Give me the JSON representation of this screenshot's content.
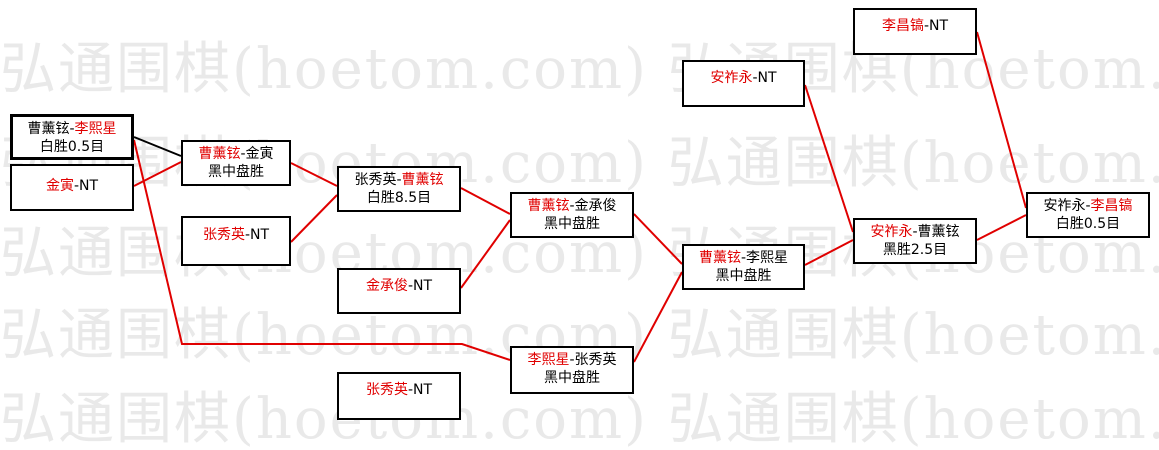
{
  "watermark": "弘通围棋(hoetom.com) 弘通围棋(hoetom.com) 弘通围棋(hoetom.com)",
  "colors": {
    "winner": "#e00000",
    "connector": "#e00000",
    "box_border": "#000000"
  },
  "matches": [
    {
      "id": "m1",
      "p1": "曹薰铉",
      "sep": "-",
      "p2": "李熙星",
      "winner": 2,
      "result": "白胜0.5目"
    },
    {
      "id": "m2",
      "p1": "金寅",
      "sep": "-",
      "p2": "NT",
      "winner": 1,
      "result": ""
    },
    {
      "id": "m3",
      "p1": "曹薰铉",
      "sep": "-",
      "p2": "金寅",
      "winner": 1,
      "result": "黑中盘胜"
    },
    {
      "id": "m4",
      "p1": "张秀英",
      "sep": "-",
      "p2": "NT",
      "winner": 1,
      "result": ""
    },
    {
      "id": "m5",
      "p1": "张秀英",
      "sep": "-",
      "p2": "曹薰铉",
      "winner": 2,
      "result": "白胜8.5目"
    },
    {
      "id": "m6",
      "p1": "金承俊",
      "sep": "-",
      "p2": "NT",
      "winner": 1,
      "result": ""
    },
    {
      "id": "m7",
      "p1": "曹薰铉",
      "sep": "-",
      "p2": "金承俊",
      "winner": 1,
      "result": "黑中盘胜"
    },
    {
      "id": "m8",
      "p1": "李熙星",
      "sep": "-",
      "p2": "张秀英",
      "winner": 1,
      "result": "黑中盘胜"
    },
    {
      "id": "m9",
      "p1": "张秀英",
      "sep": "-",
      "p2": "NT",
      "winner": 1,
      "result": ""
    },
    {
      "id": "m10",
      "p1": "曹薰铉",
      "sep": "-",
      "p2": "李熙星",
      "winner": 1,
      "result": "黑中盘胜"
    },
    {
      "id": "m11",
      "p1": "安祚永",
      "sep": "-",
      "p2": "NT",
      "winner": 1,
      "result": ""
    },
    {
      "id": "m12",
      "p1": "安祚永",
      "sep": "-",
      "p2": "曹薰铉",
      "winner": 1,
      "result": "黑胜2.5目"
    },
    {
      "id": "m13",
      "p1": "李昌镐",
      "sep": "-",
      "p2": "NT",
      "winner": 1,
      "result": ""
    },
    {
      "id": "m14",
      "p1": "安祚永",
      "sep": "-",
      "p2": "李昌镐",
      "winner": 2,
      "result": "白胜0.5目"
    }
  ]
}
